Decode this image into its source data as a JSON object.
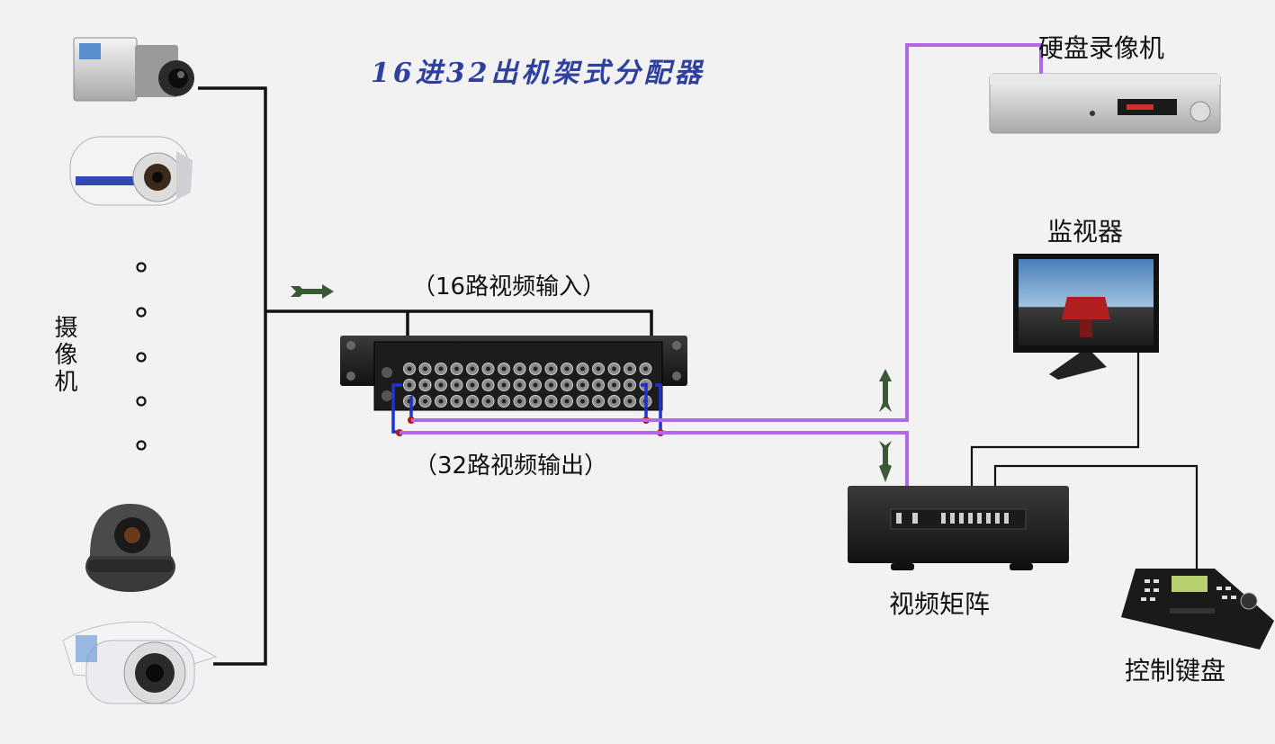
{
  "title": "16进32出机架式分配器",
  "cameras_label": "摄像机",
  "input_label": "（16路视频输入）",
  "output_label": "（32路视频输出）",
  "dvr_label": "硬盘录像机",
  "monitor_label": "监视器",
  "matrix_label": "视频矩阵",
  "keyboard_label": "控制键盘",
  "colors": {
    "title": "#2f3f9e",
    "black_cable": "#111111",
    "purple_cable": "#b565e8",
    "blue_cable": "#2233cc",
    "arrow": "#3a5a35"
  },
  "icons": {
    "box_camera": "box-camera-icon",
    "bullet_camera": "bullet-camera-icon",
    "dome_camera": "dome-camera-icon",
    "ir_camera": "ir-bullet-camera-icon",
    "distributor": "rack-video-distributor-icon",
    "dvr": "dvr-recorder-icon",
    "monitor": "lcd-monitor-icon",
    "matrix": "video-matrix-icon",
    "keyboard": "control-keyboard-icon"
  }
}
